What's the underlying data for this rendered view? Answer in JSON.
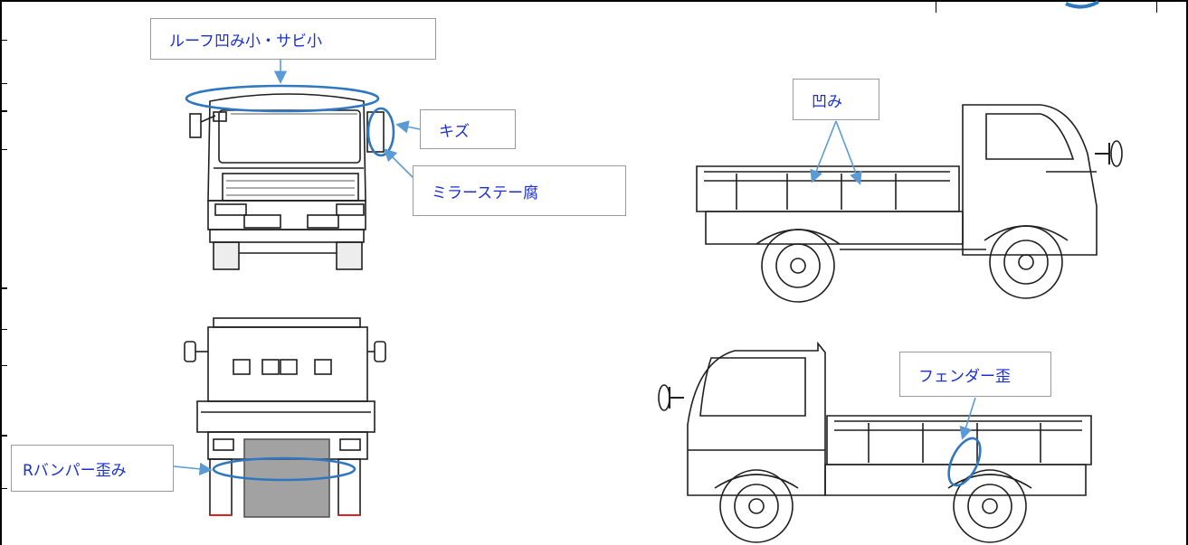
{
  "callouts": {
    "roof": "ルーフ凹み小・サビ小",
    "scratch": "キズ",
    "mirror_stay": "ミラーステー腐",
    "dent": "凹み",
    "fender": "フェンダー歪",
    "bumper": "Rバンパー歪み"
  },
  "colors": {
    "callout_text": "#1a2fd6",
    "marker": "#2f77c0",
    "arrow": "#5b9bd5",
    "drawing": "#1f1f1f"
  }
}
